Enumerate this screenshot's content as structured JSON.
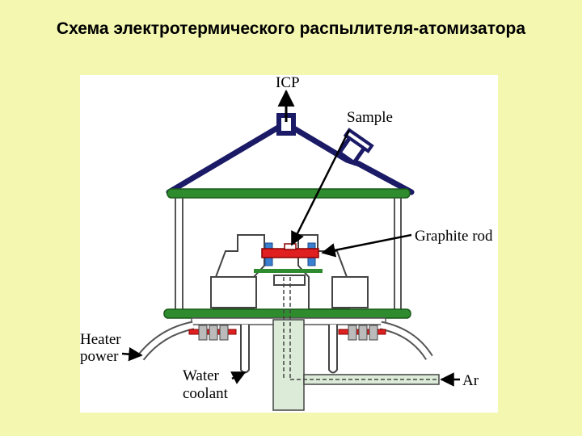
{
  "page": {
    "title": "Схема электротермического распылителя-атомизатора"
  },
  "diagram": {
    "labels": {
      "icp": "ICP",
      "sample": "Sample",
      "graphite_rod": "Graphite rod",
      "heater_power_line1": "Heater",
      "heater_power_line2": "power",
      "water_coolant_line1": "Water",
      "water_coolant_line2": "coolant",
      "ar": "Ar"
    },
    "colors": {
      "background": "#f3f7b0",
      "dome": "#1a1a66",
      "plate": "#2e8b2e",
      "graphite": "#e02020",
      "contact": "#3a7fd0",
      "gas_tube": "#dcebd8"
    }
  }
}
